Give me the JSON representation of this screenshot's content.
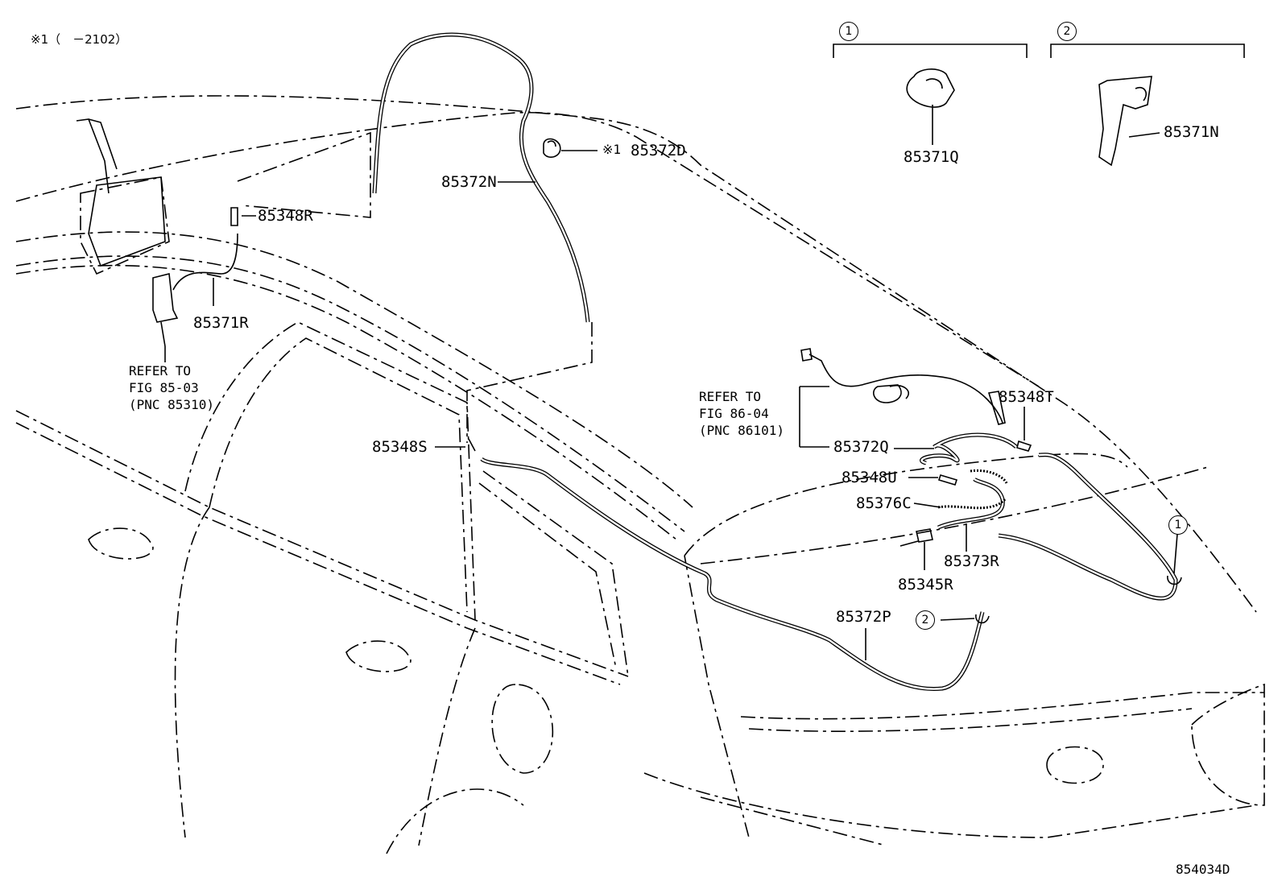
{
  "header_note": "※1（　－2102）",
  "figure_code": "854034D",
  "variant_markers": [
    "1",
    "2"
  ],
  "parts": {
    "p85371Q": "85371Q",
    "p85371N": "85371N",
    "p85372D_marker": "※1",
    "p85372D": "85372D",
    "p85372N": "85372N",
    "p85348R": "85348R",
    "p85371R": "85371R",
    "p85348S": "85348S",
    "p85348T": "85348T",
    "p85372Q": "85372Q",
    "p85348U": "85348U",
    "p85376C": "85376C",
    "p85373R": "85373R",
    "p85345R": "85345R",
    "p85372P": "85372P"
  },
  "refer_pump": "REFER TO\nFIG 85-03\n(PNC 85310)",
  "refer_wiring": "REFER TO\nFIG 86-04\n(PNC 86101)",
  "callout_markers": {
    "at_pipe_end": "1",
    "at_hose_end": "2"
  }
}
